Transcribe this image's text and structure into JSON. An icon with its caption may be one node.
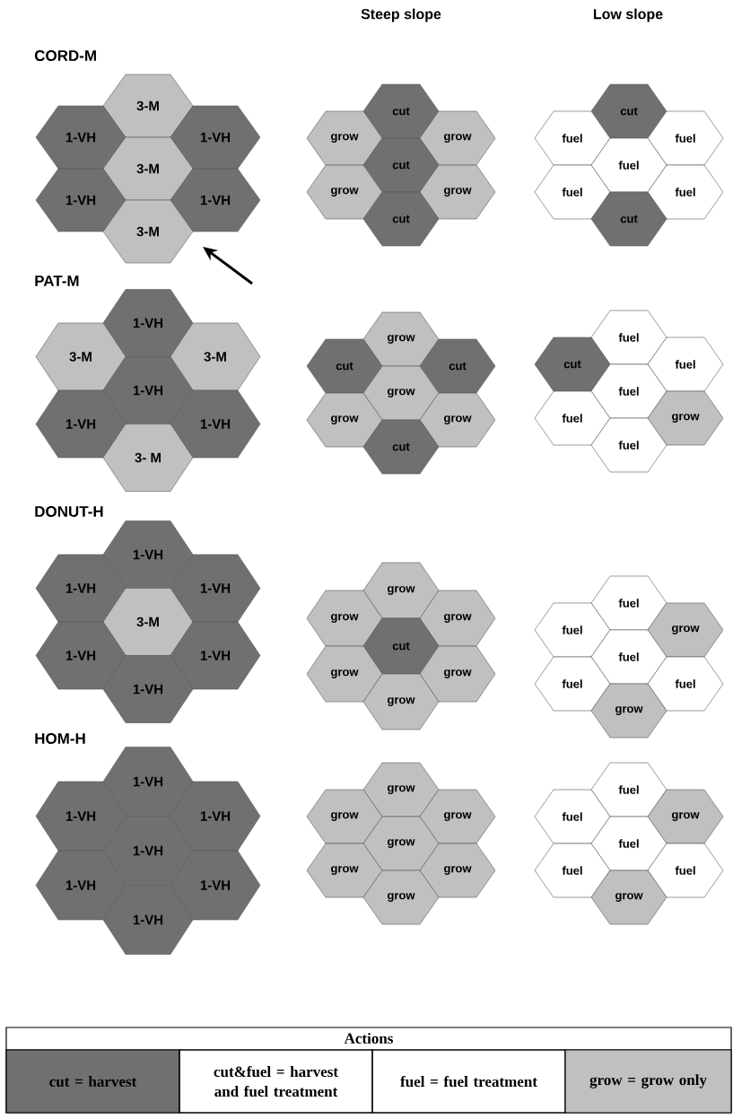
{
  "diagram": {
    "nodes": [
      {
        "text": [
          "3-M"
        ]
      },
      {
        "text": [
          "1-VH"
        ]
      },
      {
        "text": [
          "1-VH"
        ]
      },
      {
        "text": [
          "3-M"
        ]
      },
      {
        "text": [
          "1-VH"
        ]
      },
      {
        "text": [
          "1-VH"
        ]
      },
      {
        "text": [
          "3-M"
        ]
      },
      {
        "text": [
          "cut"
        ]
      },
      {
        "text": [
          "grow"
        ]
      },
      {
        "text": [
          "grow"
        ]
      },
      {
        "text": [
          "cut"
        ]
      },
      {
        "text": [
          "grow"
        ]
      },
      {
        "text": [
          "grow"
        ]
      },
      {
        "text": [
          "cut"
        ]
      },
      {
        "text": [
          "cut"
        ]
      },
      {
        "text": [
          "fuel"
        ]
      },
      {
        "text": [
          "fuel"
        ]
      },
      {
        "text": [
          "fuel"
        ]
      },
      {
        "text": [
          "fuel"
        ]
      },
      {
        "text": [
          "fuel"
        ]
      },
      {
        "text": [
          "cut"
        ]
      },
      {
        "text": [
          "1-VH"
        ]
      },
      {
        "text": [
          "3-M"
        ]
      },
      {
        "text": [
          "3-M"
        ]
      },
      {
        "text": [
          "1-VH"
        ]
      },
      {
        "text": [
          "1-VH"
        ]
      },
      {
        "text": [
          "1-VH"
        ]
      },
      {
        "text": [
          "3- M"
        ]
      },
      {
        "text": [
          "grow"
        ]
      },
      {
        "text": [
          "cut"
        ]
      },
      {
        "text": [
          "cut"
        ]
      },
      {
        "text": [
          "grow"
        ]
      },
      {
        "text": [
          "grow"
        ]
      },
      {
        "text": [
          "grow"
        ]
      },
      {
        "text": [
          "cut"
        ]
      },
      {
        "text": [
          "fuel"
        ]
      },
      {
        "text": [
          "cut"
        ]
      },
      {
        "text": [
          "fuel"
        ]
      },
      {
        "text": [
          "fuel"
        ]
      },
      {
        "text": [
          "fuel"
        ]
      },
      {
        "text": [
          "grow"
        ]
      },
      {
        "text": [
          "fuel"
        ]
      },
      {
        "text": [
          "1-VH"
        ]
      },
      {
        "text": [
          "1-VH"
        ]
      },
      {
        "text": [
          "1-VH"
        ]
      },
      {
        "text": [
          "3-M"
        ]
      },
      {
        "text": [
          "1-VH"
        ]
      },
      {
        "text": [
          "1-VH"
        ]
      },
      {
        "text": [
          "1-VH"
        ]
      },
      {
        "text": [
          "grow"
        ]
      },
      {
        "text": [
          "grow"
        ]
      },
      {
        "text": [
          "grow"
        ]
      },
      {
        "text": [
          "cut"
        ]
      },
      {
        "text": [
          "grow"
        ]
      },
      {
        "text": [
          "grow"
        ]
      },
      {
        "text": [
          "grow"
        ]
      },
      {
        "text": [
          "fuel"
        ]
      },
      {
        "text": [
          "fuel"
        ]
      },
      {
        "text": [
          "grow"
        ]
      },
      {
        "text": [
          "fuel"
        ]
      },
      {
        "text": [
          "fuel"
        ]
      },
      {
        "text": [
          "fuel"
        ]
      },
      {
        "text": [
          "grow"
        ]
      },
      {
        "text": [
          "1-VH"
        ]
      },
      {
        "text": [
          "1-VH"
        ]
      },
      {
        "text": [
          "1-VH"
        ]
      },
      {
        "text": [
          "1-VH"
        ]
      },
      {
        "text": [
          "1-VH"
        ]
      },
      {
        "text": [
          "1-VH"
        ]
      },
      {
        "text": [
          "1-VH"
        ]
      },
      {
        "text": [
          "grow"
        ]
      },
      {
        "text": [
          "grow"
        ]
      },
      {
        "text": [
          "grow"
        ]
      },
      {
        "text": [
          "grow"
        ]
      },
      {
        "text": [
          "grow"
        ]
      },
      {
        "text": [
          "grow"
        ]
      },
      {
        "text": [
          "grow"
        ]
      },
      {
        "text": [
          "fuel"
        ]
      },
      {
        "text": [
          "fuel"
        ]
      },
      {
        "text": [
          "grow"
        ]
      },
      {
        "text": [
          "fuel"
        ]
      },
      {
        "text": [
          "fuel"
        ]
      },
      {
        "text": [
          "fuel"
        ]
      },
      {
        "text": [
          "grow"
        ]
      }
    ],
    "labels": [
      "Steep slope",
      "Low slope",
      "CORD-M",
      "PAT-M",
      "DONUT-H",
      "HOM-H",
      "Actions"
    ],
    "legend": [
      {
        "text": "cut = harvest",
        "color": "#707070"
      },
      {
        "text": "cut&fuel = harvest and fuel treatment"
      },
      {
        "text": "fuel = fuel treatment"
      },
      {
        "text": "grow = grow only",
        "color": "#c0c0c0"
      }
    ]
  }
}
